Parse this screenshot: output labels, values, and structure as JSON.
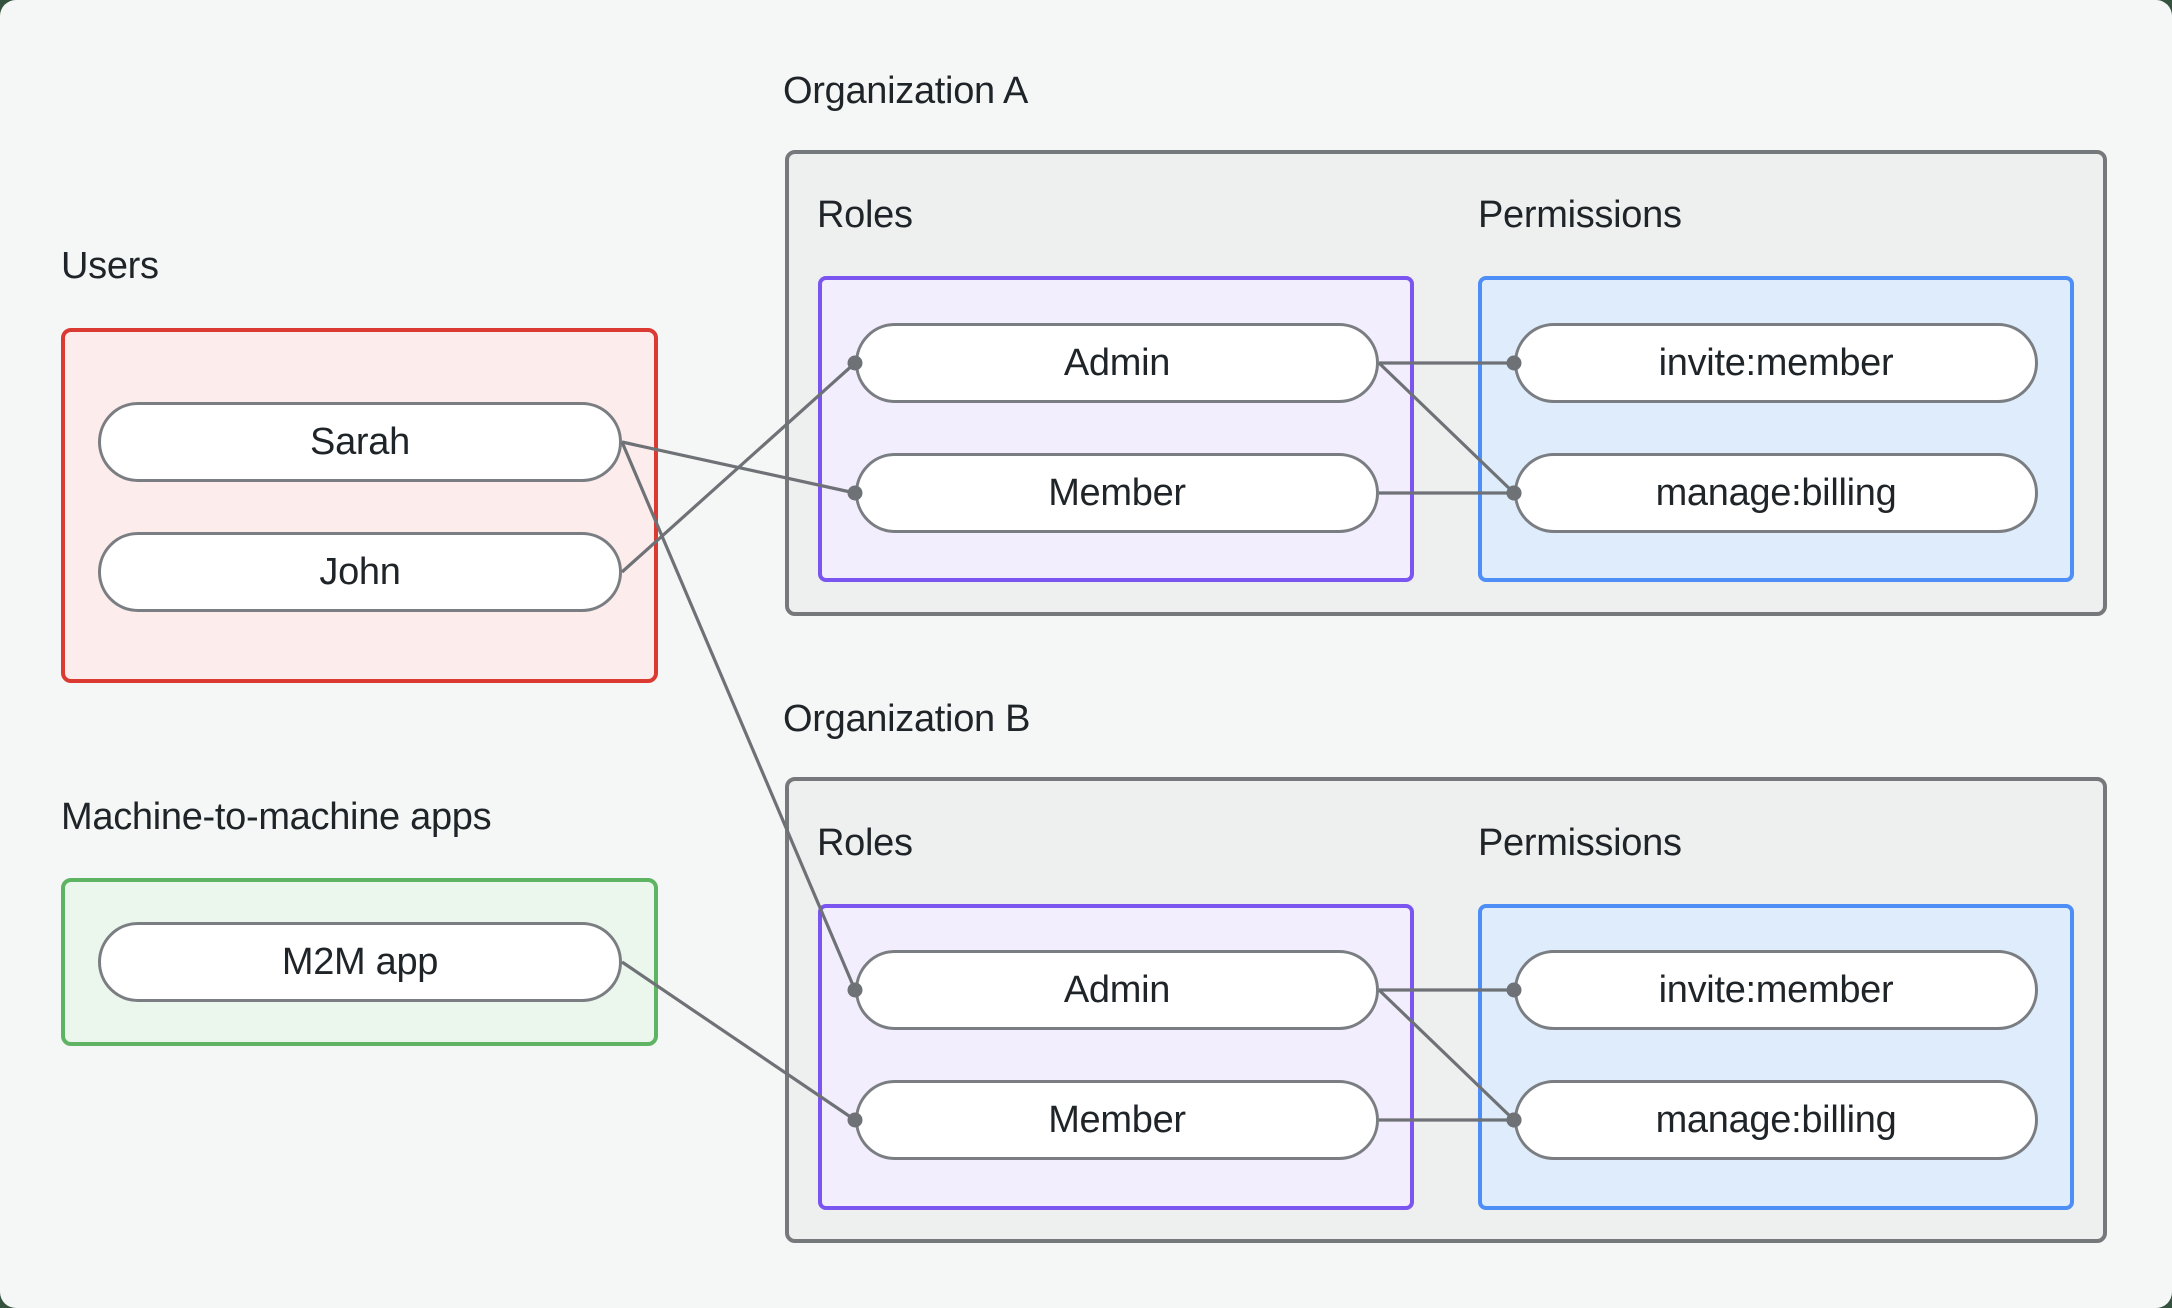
{
  "users_group": {
    "label": "Users",
    "members": {
      "sarah": "Sarah",
      "john": "John"
    }
  },
  "m2m_group": {
    "label": "Machine-to-machine apps",
    "members": {
      "m2m_app": "M2M app"
    }
  },
  "org_a": {
    "label": "Organization A",
    "roles_label": "Roles",
    "permissions_label": "Permissions",
    "roles": {
      "admin": "Admin",
      "member": "Member"
    },
    "permissions": {
      "invite": "invite:member",
      "manage": "manage:billing"
    }
  },
  "org_b": {
    "label": "Organization B",
    "roles_label": "Roles",
    "permissions_label": "Permissions",
    "roles": {
      "admin": "Admin",
      "member": "Member"
    },
    "permissions": {
      "invite": "invite:member",
      "manage": "manage:billing"
    }
  },
  "edges": [
    {
      "from": "john",
      "to": "org-a-admin"
    },
    {
      "from": "sarah",
      "to": "org-a-member"
    },
    {
      "from": "sarah",
      "to": "org-b-admin"
    },
    {
      "from": "m2m-app",
      "to": "org-b-member"
    },
    {
      "from": "org-a-admin",
      "to": "org-a-invite"
    },
    {
      "from": "org-a-admin",
      "to": "org-a-manage"
    },
    {
      "from": "org-a-member",
      "to": "org-a-manage"
    },
    {
      "from": "org-b-admin",
      "to": "org-b-invite"
    },
    {
      "from": "org-b-admin",
      "to": "org-b-manage"
    },
    {
      "from": "org-b-member",
      "to": "org-b-manage"
    }
  ],
  "colors": {
    "bg": "#F5F7F6",
    "text": "#1F2428",
    "edge": "#6E7276",
    "pill-border": "#7A7E82",
    "pill-fill": "#FFFFFF",
    "users-border": "#DB3A33",
    "users-fill": "#FCECEB",
    "m2m-border": "#5FB464",
    "m2m-fill": "#EBF6EC",
    "org-border": "#76797B",
    "org-fill": "#EEEFEF",
    "roles-border": "#7A55F0",
    "roles-fill": "#F3EEFD",
    "perm-border": "#4E8EF7",
    "perm-fill": "#DFECFB"
  }
}
